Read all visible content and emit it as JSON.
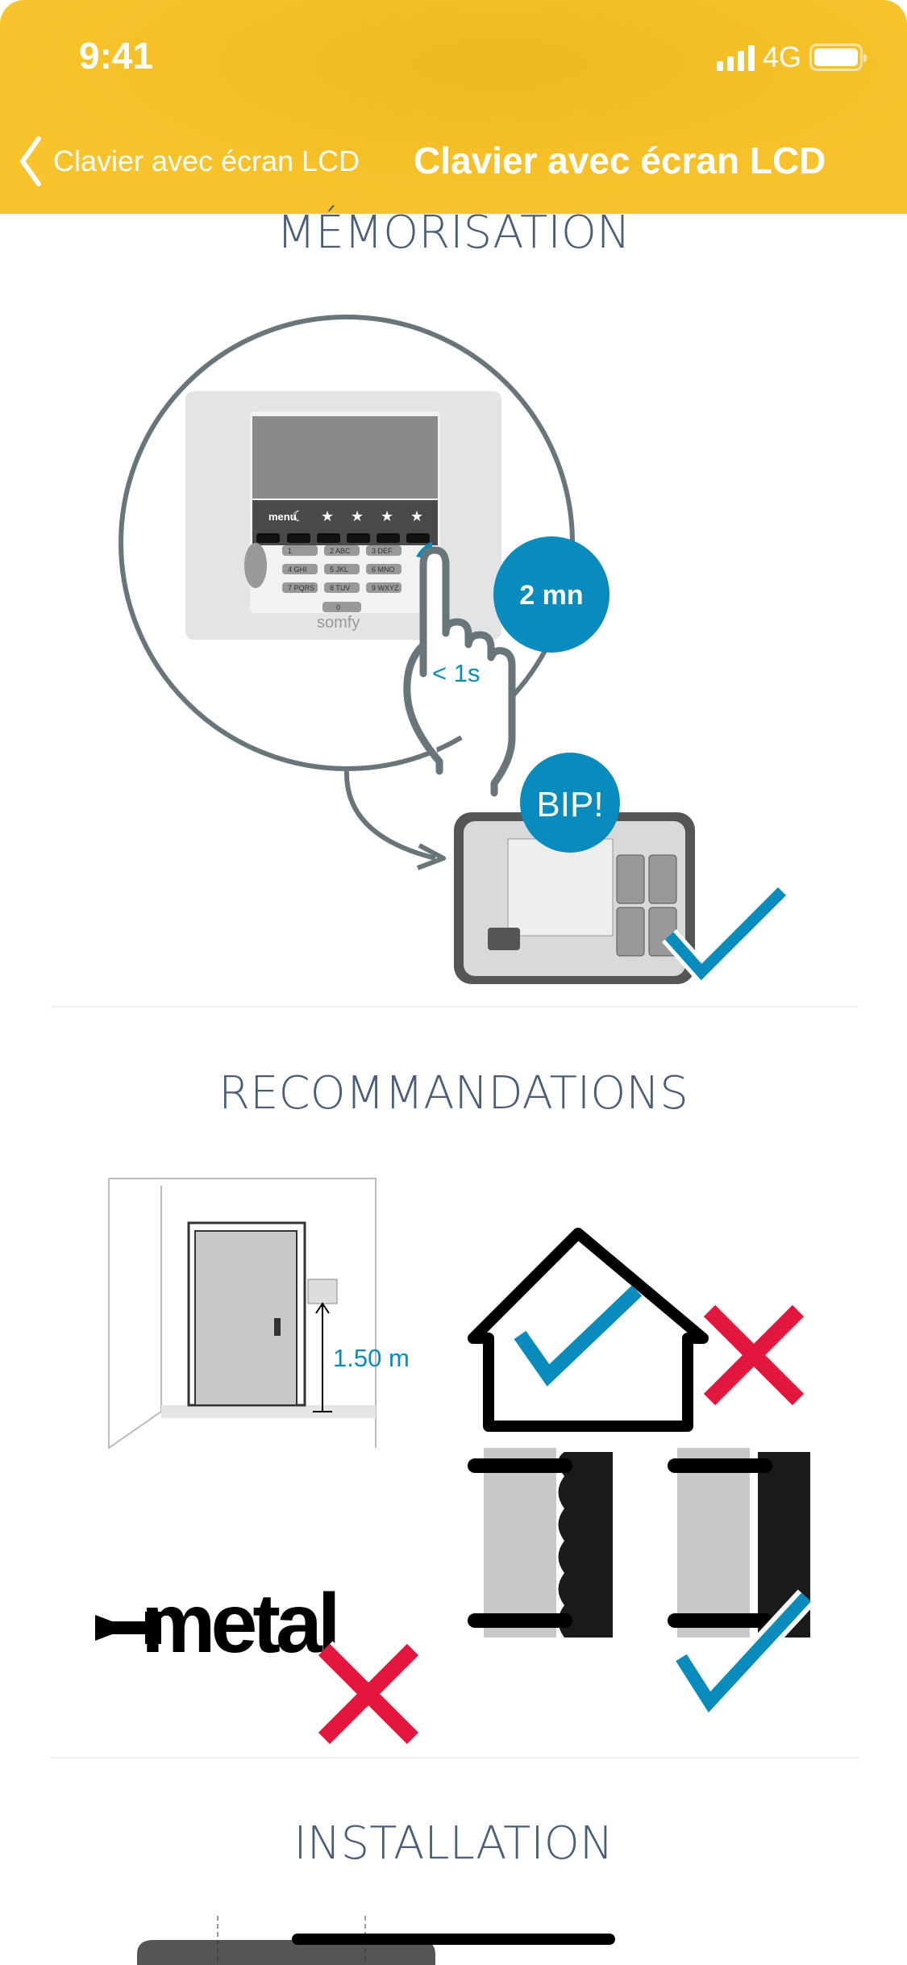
{
  "status_bar": {
    "time": "9:41",
    "network": "4G"
  },
  "nav": {
    "back_label": "Clavier avec écran LCD",
    "title": "Clavier avec écran LCD"
  },
  "sections": [
    {
      "title": "MÉMORISATION",
      "illustration": {
        "keypad_menu": "menu",
        "brand": "somfy",
        "keys": [
          "1",
          "2 ABC",
          "3 DEF",
          "4 GHI",
          "5 JKL",
          "6 MNO",
          "7 PQRS",
          "8 TUV",
          "9 WXYZ",
          "0"
        ],
        "timer_badge": "2 mn",
        "press_duration": "< 1s",
        "beep_badge": "BIP!"
      }
    },
    {
      "title": "RECOMMANDATIONS",
      "illustration": {
        "height_label": "1.50 m",
        "metal_label": "metal"
      }
    },
    {
      "title": "INSTALLATION"
    }
  ],
  "colors": {
    "header": "#f8c32c",
    "accent_blue": "#0a8bbd",
    "error_red": "#e3173e",
    "title_text": "#4a5d78"
  }
}
